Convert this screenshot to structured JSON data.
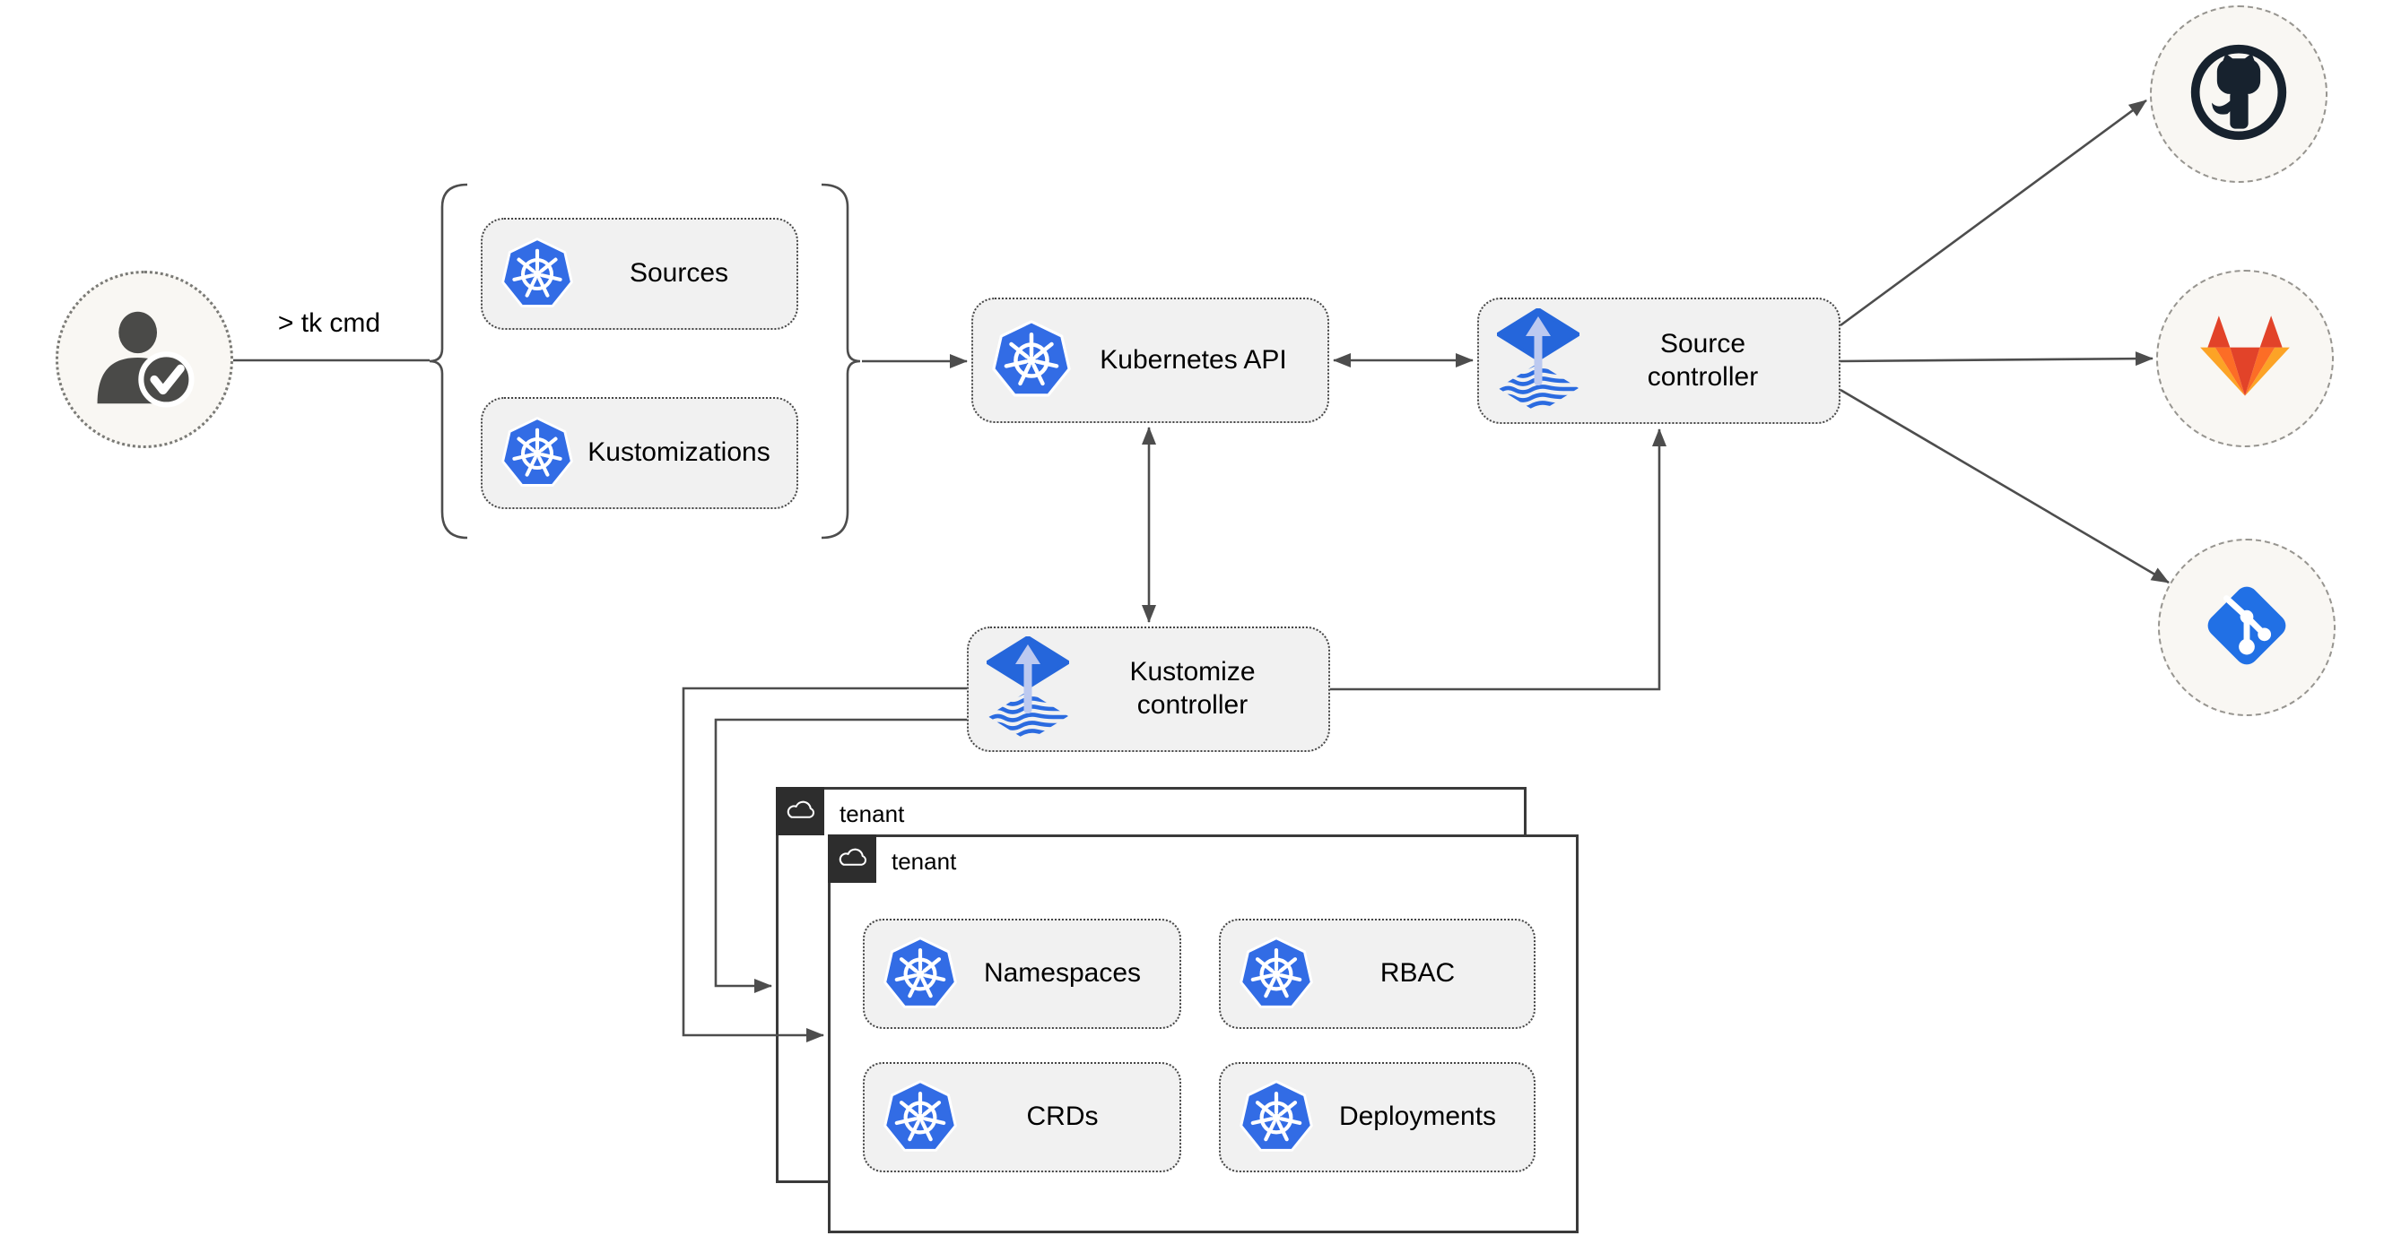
{
  "actor": {
    "command_label": "> tk cmd",
    "icon": "user-check-icon"
  },
  "crd_group": {
    "sources": "Sources",
    "kustomizations": "Kustomizations"
  },
  "cluster": {
    "kubernetes_api": "Kubernetes API",
    "source_controller": "Source controller",
    "kustomize_controller": "Kustomize controller"
  },
  "tenants": {
    "back": {
      "label": "tenant",
      "icon": "cloud-icon"
    },
    "front": {
      "label": "tenant",
      "icon": "cloud-icon"
    }
  },
  "tenant_resources": {
    "namespaces": "Namespaces",
    "rbac": "RBAC",
    "crds": "CRDs",
    "deployments": "Deployments"
  },
  "repositories": {
    "github": {
      "icon": "github-icon"
    },
    "gitlab": {
      "icon": "gitlab-icon"
    },
    "git": {
      "icon": "git-icon"
    }
  },
  "colors": {
    "canvas": "#ffffff",
    "connector": "#4d4d4d",
    "node_fill": "#f1f1f1",
    "node_border": "#454545",
    "circle_fill": "#f9f7f3",
    "circle_border": "#979590",
    "tenant_border": "#3a3a3a",
    "tenant_tab": "#2d2d2d",
    "kubernetes_blue": "#326ce5",
    "flux_blue": "#2566db",
    "flux_arrow_light": "#bcc9f0",
    "git_blue": "#2170e5",
    "github_dark": "#17222e",
    "gitlab_red": "#e24329",
    "gitlab_orange": "#fc6d26",
    "gitlab_amber": "#fca326",
    "actor_gray": "#4a4a48"
  }
}
